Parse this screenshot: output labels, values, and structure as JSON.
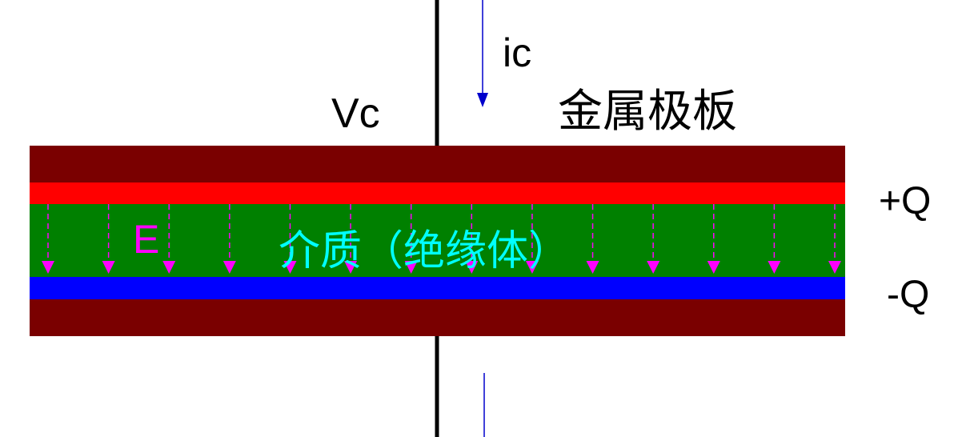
{
  "labels": {
    "voltage": "Vc",
    "current": "ic",
    "metal_plate": "金属极板",
    "dielectric": "介质（绝缘体）",
    "field": "E",
    "positive_charge": "+Q",
    "negative_charge": "-Q"
  },
  "colors": {
    "metal_plate": "#7a0000",
    "positive_layer": "#ff0000",
    "negative_layer": "#0000ff",
    "dielectric": "#008000",
    "field_lines": "#ff00ff",
    "dielectric_text": "#00ffff",
    "current_arrow": "#0000cc",
    "lead_wire": "#000000",
    "text": "#000000"
  },
  "field_line_count": 14
}
